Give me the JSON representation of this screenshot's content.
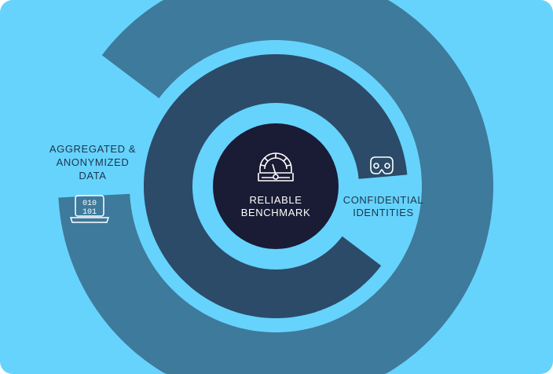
{
  "colors": {
    "background": "#66d3fc",
    "outer_ring": "#3e7a9b",
    "middle_ring": "#2b4b69",
    "center": "#1a1b35",
    "label_dark": "#1d3550"
  },
  "center": {
    "line1": "RELIABLE",
    "line2": "BENCHMARK",
    "icon": "speedometer-gauge-icon"
  },
  "middle": {
    "line1": "CONFIDENTIAL",
    "line2": "IDENTITIES",
    "icon": "mask-icon"
  },
  "outer": {
    "line1": "AGGREGATED &",
    "line2": "ANONYMIZED",
    "line3": "DATA",
    "icon": "laptop-binary-icon",
    "icon_text1": "010",
    "icon_text2": "101"
  }
}
